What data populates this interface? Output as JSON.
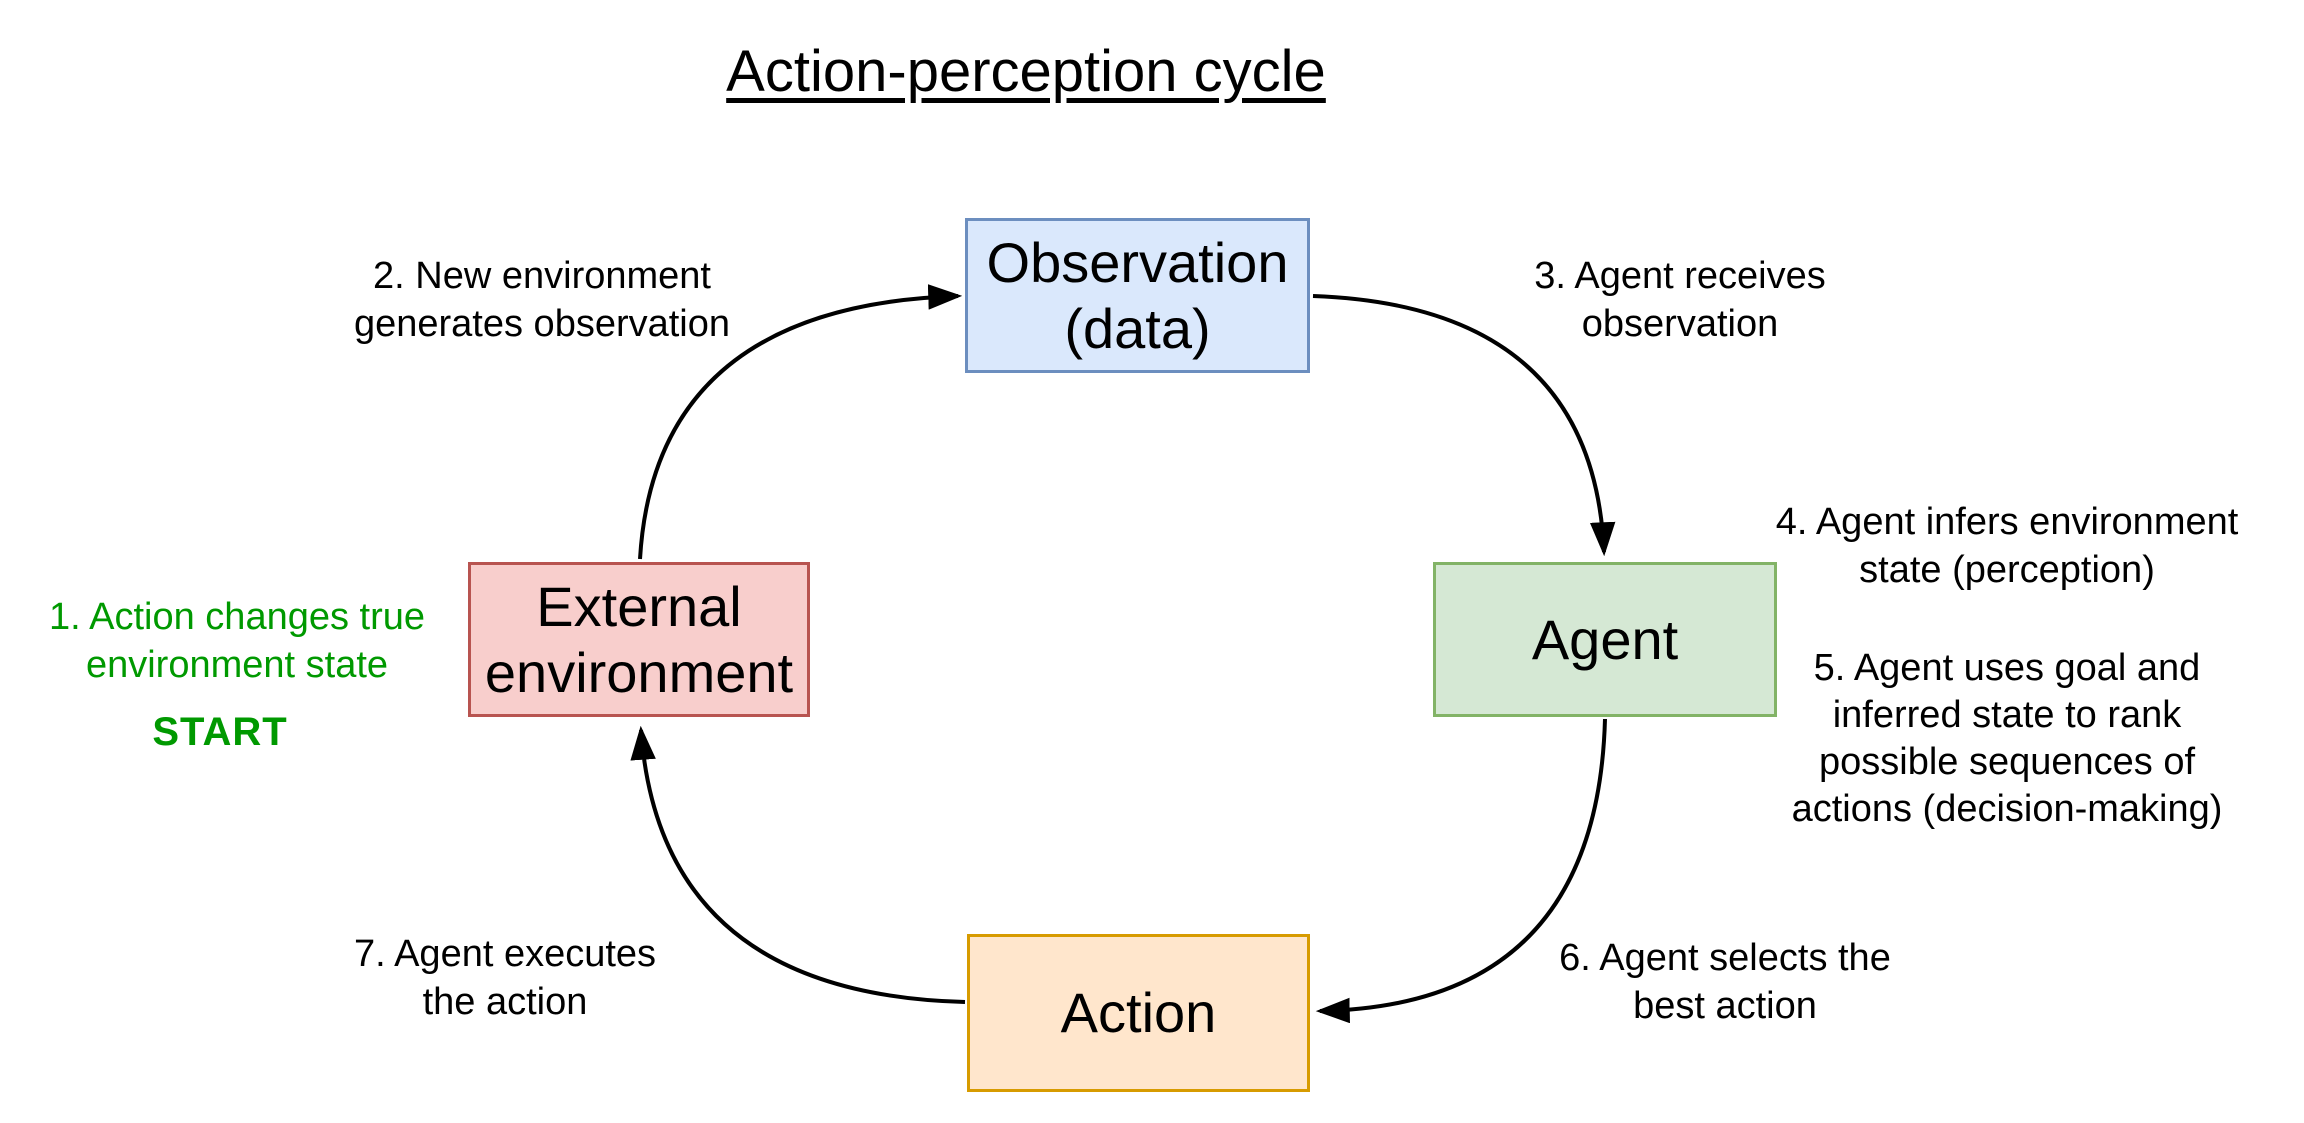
{
  "title": "Action-perception cycle",
  "colors": {
    "background": "#ffffff",
    "arrow": "#000000",
    "start_text": "#009900"
  },
  "nodes": {
    "observation": {
      "lines": [
        "Observation",
        "(data)"
      ],
      "fill": "#dae8fc",
      "border": "#6c8ebf"
    },
    "external_environment": {
      "lines": [
        "External",
        "environment"
      ],
      "fill": "#f8cecc",
      "border": "#b85450"
    },
    "agent": {
      "lines": [
        "Agent"
      ],
      "fill": "#d5e8d4",
      "border": "#82b366"
    },
    "action": {
      "lines": [
        "Action"
      ],
      "fill": "#ffe6cc",
      "border": "#d79b00"
    }
  },
  "steps": {
    "step1": {
      "lines": [
        "1. Action changes true",
        "environment state"
      ],
      "color": "#009900"
    },
    "start": {
      "label": "START",
      "color": "#009900"
    },
    "step2": {
      "lines": [
        "2. New environment",
        "generates observation"
      ]
    },
    "step3": {
      "lines": [
        "3. Agent receives",
        "observation"
      ]
    },
    "step4": {
      "lines": [
        "4. Agent infers environment",
        "state (perception)"
      ]
    },
    "step5": {
      "lines": [
        "5. Agent uses goal and",
        "inferred state to rank",
        "possible sequences of",
        "actions (decision-making)"
      ]
    },
    "step6": {
      "lines": [
        "6. Agent selects the",
        "best action"
      ]
    },
    "step7": {
      "lines": [
        "7. Agent executes",
        "the action"
      ]
    }
  }
}
